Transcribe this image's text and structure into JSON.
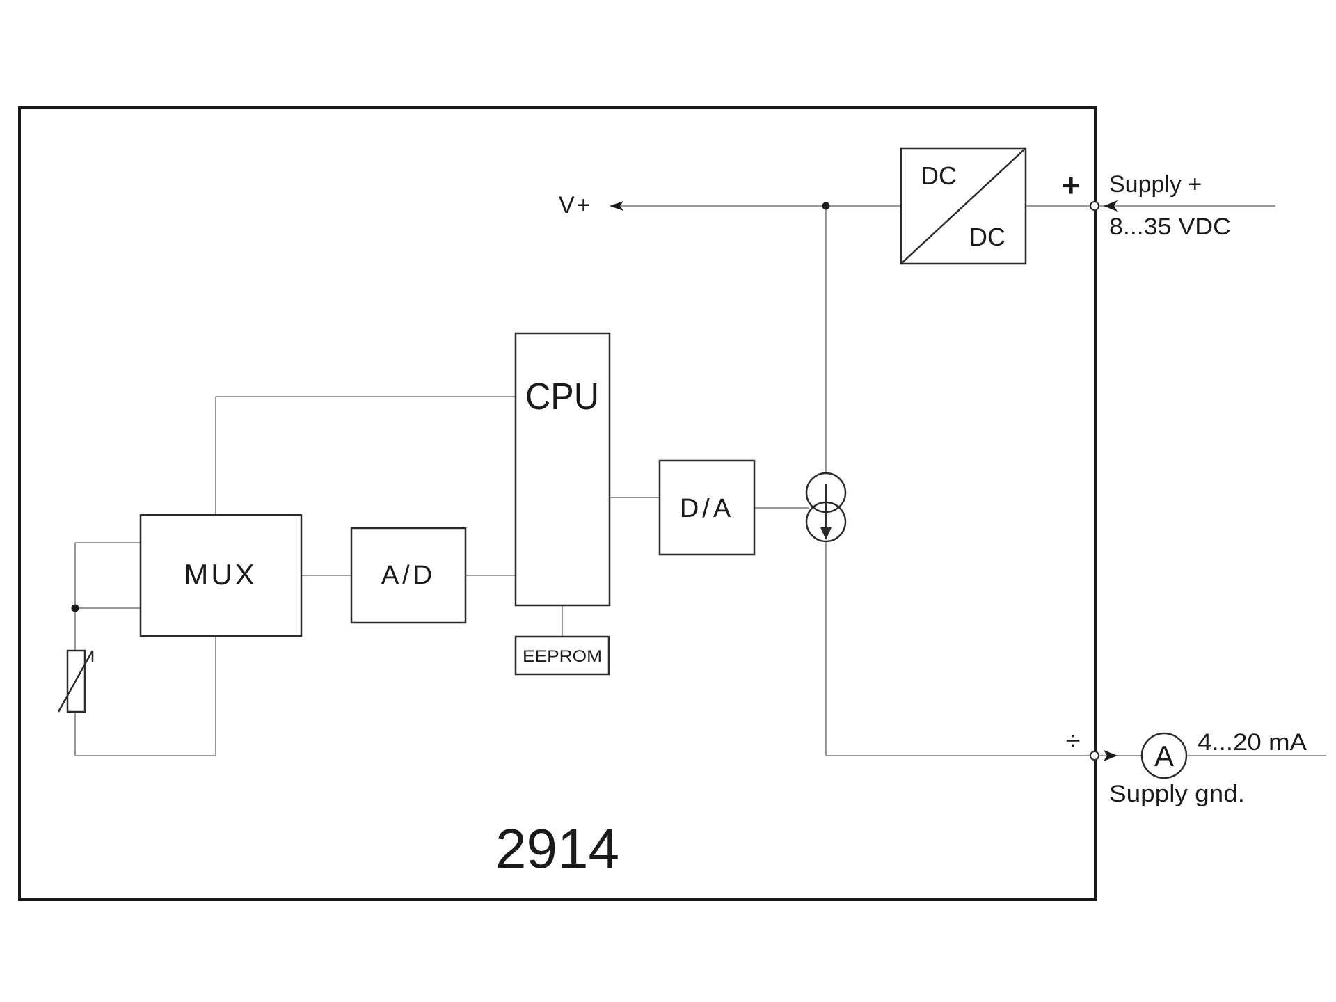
{
  "module": {
    "number": "2914"
  },
  "blocks": {
    "mux": "MUX",
    "ad": "A/D",
    "cpu": "CPU",
    "eeprom": "EEPROM",
    "da": "D/A",
    "dc_in": "DC",
    "dc_out": "DC"
  },
  "signals": {
    "vplus": "V+"
  },
  "terminals": {
    "plus_symbol": "+",
    "supply_plus": "Supply +",
    "supply_range": "8...35 VDC",
    "minus_symbol": "÷",
    "output_range": "4...20 mA",
    "supply_gnd": "Supply gnd.",
    "ammeter": "A"
  }
}
